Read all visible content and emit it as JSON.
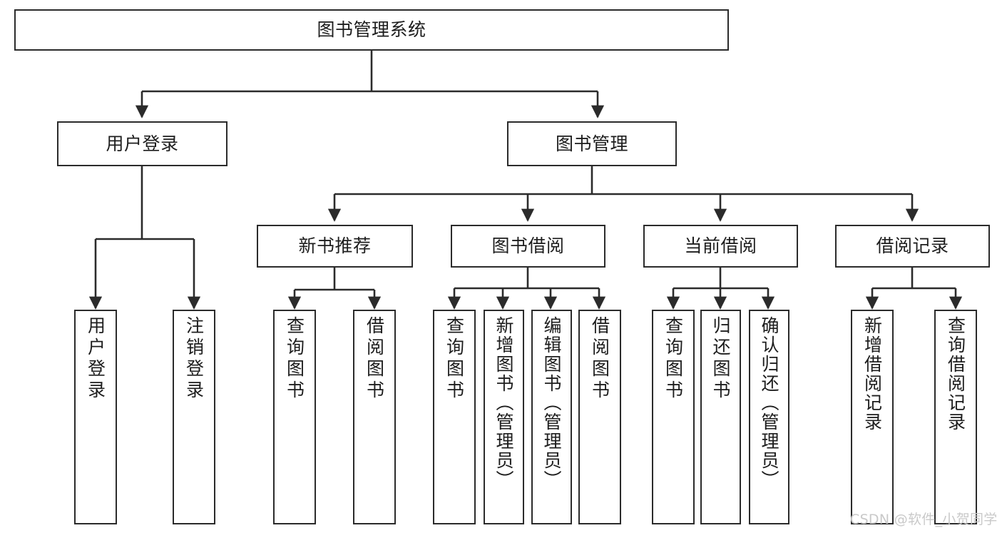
{
  "diagram": {
    "title": "图书管理系统",
    "type": "tree-hierarchy-chart",
    "watermark": "CSDN @软件_小贺同学",
    "colors": {
      "stroke": "#2b2b2b",
      "fill": "#ffffff",
      "text": "#1d1d1d",
      "watermark": "#c9c9c9"
    },
    "levels": {
      "root": {
        "label": "图书管理系统"
      },
      "level2": [
        {
          "id": "user-login",
          "label": "用户登录"
        },
        {
          "id": "book-management",
          "label": "图书管理"
        }
      ],
      "level3": [
        {
          "id": "new-book-recommend",
          "label": "新书推荐",
          "parent": "book-management"
        },
        {
          "id": "book-borrow",
          "label": "图书借阅",
          "parent": "book-management"
        },
        {
          "id": "current-borrow",
          "label": "当前借阅",
          "parent": "book-management"
        },
        {
          "id": "borrow-record",
          "label": "借阅记录",
          "parent": "book-management"
        }
      ],
      "leaves": [
        {
          "id": "leaf-user-login",
          "label": "用户登录",
          "parent": "user-login"
        },
        {
          "id": "leaf-logout",
          "label": "注销登录",
          "parent": "user-login"
        },
        {
          "id": "leaf-query-book-1",
          "label": "查询图书",
          "parent": "new-book-recommend"
        },
        {
          "id": "leaf-borrow-book-1",
          "label": "借阅图书",
          "parent": "new-book-recommend"
        },
        {
          "id": "leaf-query-book-2",
          "label": "查询图书",
          "parent": "book-borrow"
        },
        {
          "id": "leaf-add-book",
          "label": "新增图书（管理员）",
          "parent": "book-borrow"
        },
        {
          "id": "leaf-edit-book",
          "label": "编辑图书（管理员）",
          "parent": "book-borrow"
        },
        {
          "id": "leaf-borrow-book-2",
          "label": "借阅图书",
          "parent": "book-borrow"
        },
        {
          "id": "leaf-query-book-3",
          "label": "查询图书",
          "parent": "current-borrow"
        },
        {
          "id": "leaf-return-book",
          "label": "归还图书",
          "parent": "current-borrow"
        },
        {
          "id": "leaf-confirm-return",
          "label": "确认归还（管理员）",
          "parent": "current-borrow"
        },
        {
          "id": "leaf-add-record",
          "label": "新增借阅记录",
          "parent": "borrow-record"
        },
        {
          "id": "leaf-query-record",
          "label": "查询借阅记录",
          "parent": "borrow-record"
        }
      ]
    }
  }
}
